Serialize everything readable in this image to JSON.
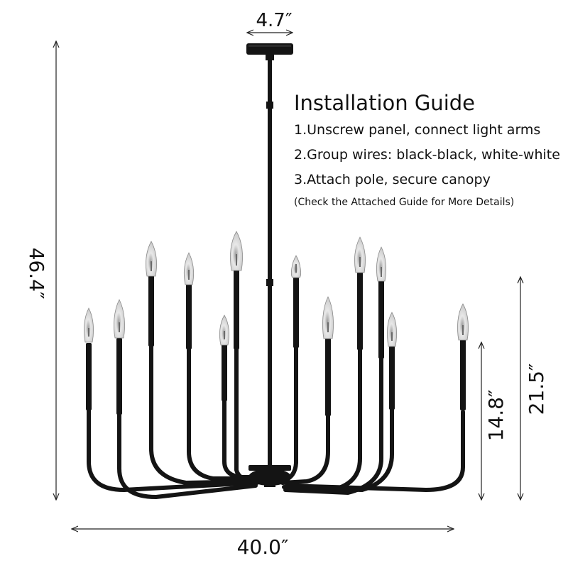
{
  "dimensions": {
    "canopy_width": "4.7″",
    "total_height": "46.4″",
    "body_height": "21.5″",
    "arm_height": "14.8″",
    "total_width": "40.0″"
  },
  "guide": {
    "title": "Installation Guide",
    "steps": [
      "1.Unscrew panel, connect light arms",
      "2.Group wires: black-black, white-white",
      "3.Attach pole, secure canopy"
    ],
    "note": "(Check the Attached Guide for More Details)"
  },
  "colors": {
    "fixture": "#141414",
    "dimension_line": "#222222",
    "bulb_glass": "#d9d9d9"
  }
}
